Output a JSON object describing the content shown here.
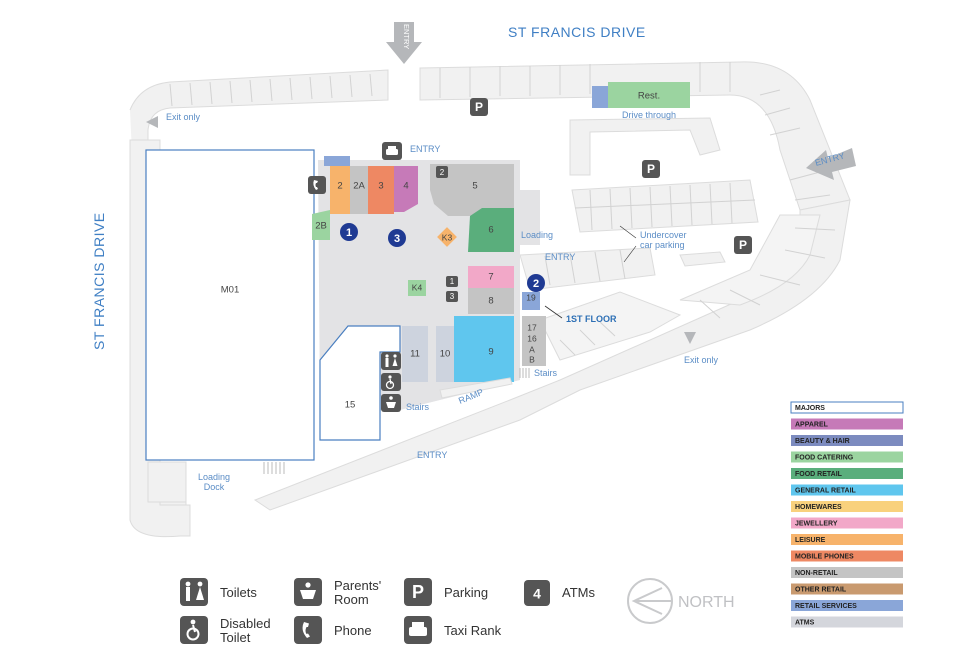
{
  "streets": {
    "north": "ST FRANCIS DRIVE",
    "west": "ST FRANCIS DRIVE"
  },
  "labels": {
    "entry_top": "ENTRY",
    "entry_mid": "ENTRY",
    "entry_east": "ENTRY",
    "entry_loading": "ENTRY",
    "entry_south": "ENTRY",
    "exit_nw": "Exit only",
    "exit_se": "Exit only",
    "drive_through": "Drive through",
    "rest": "Rest.",
    "undercover_1": "Undercover",
    "undercover_2": "car parking",
    "loading": "Loading",
    "loading_dock_1": "Loading",
    "loading_dock_2": "Dock",
    "ramp": "RAMP",
    "stairs_1": "Stairs",
    "stairs_2": "Stairs",
    "first_floor": "1ST FLOOR",
    "parking_p": "P"
  },
  "shops": {
    "m01": "M01",
    "s2": "2",
    "s2a": "2A",
    "s2b": "2B",
    "s3": "3",
    "s4": "4",
    "s5": "5",
    "s6": "6",
    "s7": "7",
    "s8": "8",
    "s9": "9",
    "s10": "10",
    "s11": "11",
    "s15": "15",
    "s16": "16",
    "s17": "17",
    "s19": "19",
    "sA": "A",
    "sB": "B",
    "k3": "K3",
    "k4": "K4"
  },
  "entrances": [
    "1",
    "2",
    "3"
  ],
  "legend": {
    "categories": [
      {
        "label": "MAJORS",
        "color": "#ffffff"
      },
      {
        "label": "APPAREL",
        "color": "#c67ab8"
      },
      {
        "label": "BEAUTY & HAIR",
        "color": "#7c8bbf"
      },
      {
        "label": "FOOD CATERING",
        "color": "#9bd4a0"
      },
      {
        "label": "FOOD RETAIL",
        "color": "#5aae7c"
      },
      {
        "label": "GENERAL RETAIL",
        "color": "#5fc6ee"
      },
      {
        "label": "HOMEWARES",
        "color": "#f9d17d"
      },
      {
        "label": "JEWELLERY",
        "color": "#f2a8c8"
      },
      {
        "label": "LEISURE",
        "color": "#f7b36b"
      },
      {
        "label": "MOBILE PHONES",
        "color": "#ee8863"
      },
      {
        "label": "NON-RETAIL",
        "color": "#c4c4c4"
      },
      {
        "label": "OTHER RETAIL",
        "color": "#c99a6f"
      },
      {
        "label": "RETAIL SERVICES",
        "color": "#8aa6d8"
      },
      {
        "label": "ATMS",
        "color": "#d4d6dc"
      }
    ]
  },
  "key": {
    "toilets": "Toilets",
    "disabled_1": "Disabled",
    "disabled_2": "Toilet",
    "parents_1": "Parents'",
    "parents_2": "Room",
    "phone": "Phone",
    "parking": "Parking",
    "taxi": "Taxi Rank",
    "atms": "ATMs",
    "north": "NORTH"
  }
}
